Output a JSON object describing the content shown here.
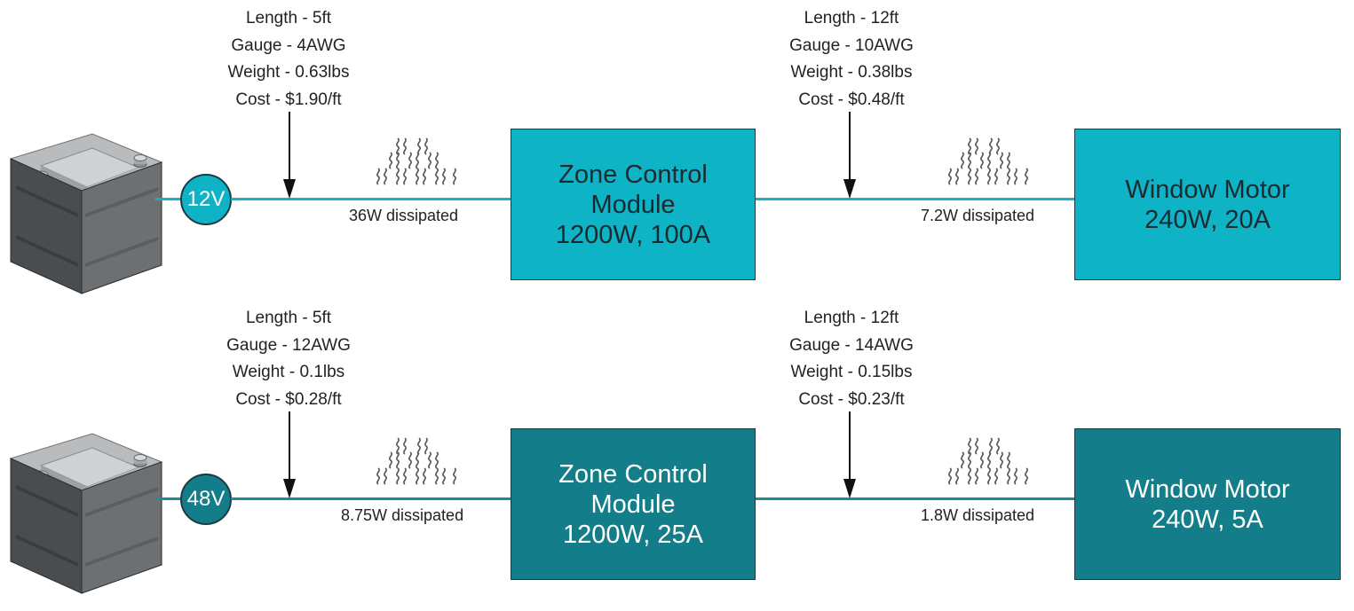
{
  "colors": {
    "row12v_fill": "#0fb3c6",
    "row48v_fill": "#137e8a",
    "arrow": "#111111",
    "heat": "#555555"
  },
  "rows": [
    {
      "voltage": "12V",
      "wire1": {
        "length": "Length - 5ft",
        "gauge": "Gauge - 4AWG",
        "weight": "Weight - 0.63lbs",
        "cost": "Cost - $1.90/ft",
        "dissipated": "36W dissipated"
      },
      "zcm": {
        "line1": "Zone Control",
        "line2": "Module",
        "line3": "1200W, 100A"
      },
      "wire2": {
        "length": "Length - 12ft",
        "gauge": "Gauge - 10AWG",
        "weight": "Weight - 0.38lbs",
        "cost": "Cost - $0.48/ft",
        "dissipated": "7.2W dissipated"
      },
      "motor": {
        "line1": "Window Motor",
        "line2": "240W, 20A"
      }
    },
    {
      "voltage": "48V",
      "wire1": {
        "length": "Length - 5ft",
        "gauge": "Gauge - 12AWG",
        "weight": "Weight - 0.1lbs",
        "cost": "Cost - $0.28/ft",
        "dissipated": "8.75W dissipated"
      },
      "zcm": {
        "line1": "Zone Control",
        "line2": "Module",
        "line3": "1200W, 25A"
      },
      "wire2": {
        "length": "Length - 12ft",
        "gauge": "Gauge - 14AWG",
        "weight": "Weight - 0.15lbs",
        "cost": "Cost - $0.23/ft",
        "dissipated": "1.8W dissipated"
      },
      "motor": {
        "line1": "Window Motor",
        "line2": "240W, 5A"
      }
    }
  ]
}
